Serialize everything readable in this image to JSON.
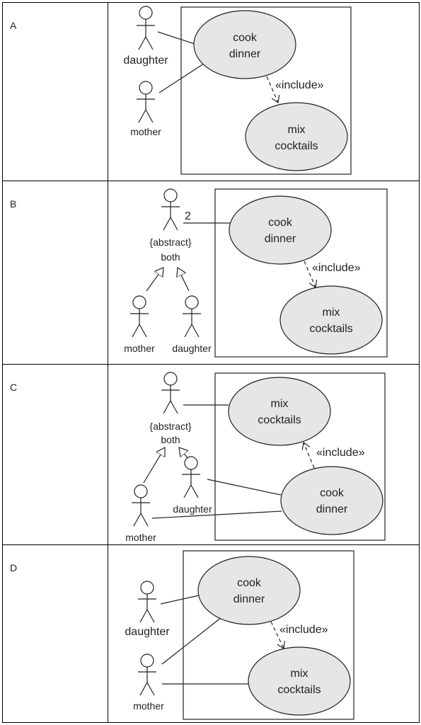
{
  "options": [
    {
      "letter": "A",
      "actors": [
        "daughter",
        "mother"
      ],
      "use_cases": [
        [
          "cook",
          "dinner"
        ],
        [
          "mix",
          "cocktails"
        ]
      ],
      "relationship": "«include»"
    },
    {
      "letter": "B",
      "actors": [
        "{abstract}",
        "both",
        "mother",
        "daughter"
      ],
      "multiplicity": "2",
      "use_cases": [
        [
          "cook",
          "dinner"
        ],
        [
          "mix",
          "cocktails"
        ]
      ],
      "relationship": "«include»"
    },
    {
      "letter": "C",
      "actors": [
        "{abstract}",
        "both",
        "daughter",
        "mother"
      ],
      "use_cases": [
        [
          "mix",
          "cocktails"
        ],
        [
          "cook",
          "dinner"
        ]
      ],
      "relationship": "«include»"
    },
    {
      "letter": "D",
      "actors": [
        "daughter",
        "mother"
      ],
      "use_cases": [
        [
          "cook",
          "dinner"
        ],
        [
          "mix",
          "cocktails"
        ]
      ],
      "relationship": "«include»"
    }
  ],
  "colors": {
    "use_case_fill": "#e6e6e6",
    "line": "#222222"
  }
}
